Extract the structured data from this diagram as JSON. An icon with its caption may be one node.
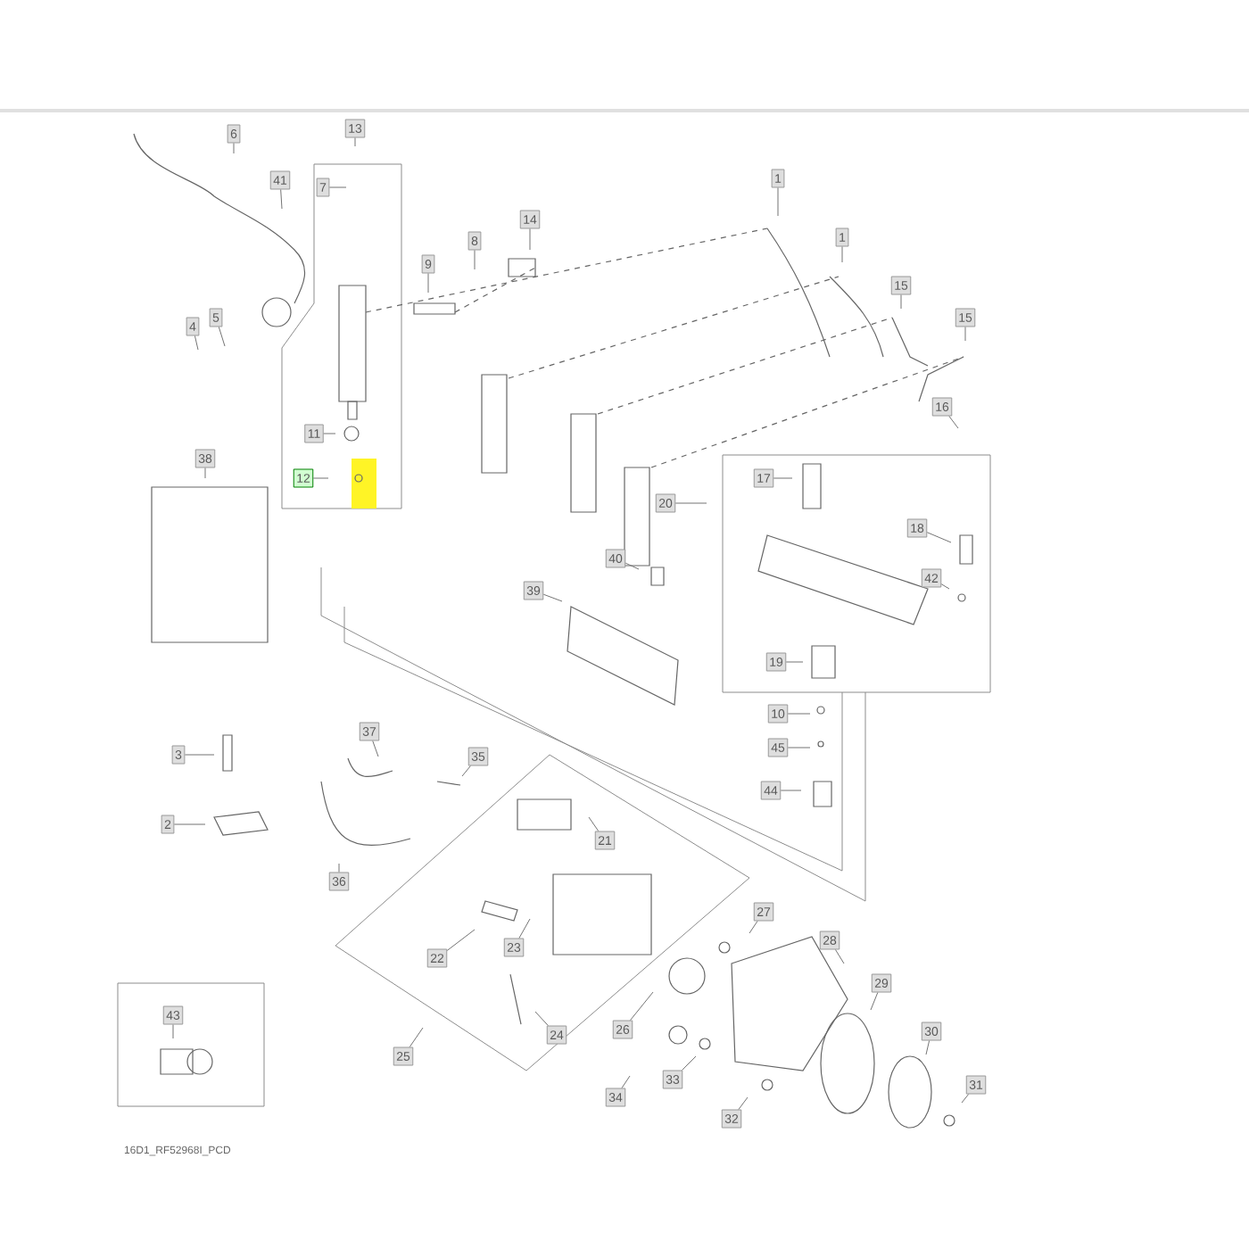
{
  "diagram": {
    "caption": "16D1_RF52968I_PCD",
    "nodes": [
      {
        "text": [
          "6"
        ]
      },
      {
        "text": [
          "13"
        ]
      },
      {
        "text": [
          "41"
        ]
      },
      {
        "text": [
          "7"
        ]
      },
      {
        "text": [
          "1"
        ]
      },
      {
        "text": [
          "14"
        ]
      },
      {
        "text": [
          "1"
        ]
      },
      {
        "text": [
          "8"
        ]
      },
      {
        "text": [
          "9"
        ]
      },
      {
        "text": [
          "15"
        ]
      },
      {
        "text": [
          "5"
        ]
      },
      {
        "text": [
          "4"
        ]
      },
      {
        "text": [
          "15"
        ]
      },
      {
        "text": [
          "16"
        ]
      },
      {
        "text": [
          "11"
        ]
      },
      {
        "text": [
          "38"
        ]
      },
      {
        "text": [
          "12"
        ]
      },
      {
        "text": [
          "17"
        ]
      },
      {
        "text": [
          "20"
        ]
      },
      {
        "text": [
          "18"
        ]
      },
      {
        "text": [
          "40"
        ]
      },
      {
        "text": [
          "42"
        ]
      },
      {
        "text": [
          "39"
        ]
      },
      {
        "text": [
          "19"
        ]
      },
      {
        "text": [
          "10"
        ]
      },
      {
        "text": [
          "37"
        ]
      },
      {
        "text": [
          "45"
        ]
      },
      {
        "text": [
          "3"
        ]
      },
      {
        "text": [
          "35"
        ]
      },
      {
        "text": [
          "44"
        ]
      },
      {
        "text": [
          "2"
        ]
      },
      {
        "text": [
          "21"
        ]
      },
      {
        "text": [
          "36"
        ]
      },
      {
        "text": [
          "27"
        ]
      },
      {
        "text": [
          "28"
        ]
      },
      {
        "text": [
          "23"
        ]
      },
      {
        "text": [
          "22"
        ]
      },
      {
        "text": [
          "29"
        ]
      },
      {
        "text": [
          "43"
        ]
      },
      {
        "text": [
          "24"
        ]
      },
      {
        "text": [
          "26"
        ]
      },
      {
        "text": [
          "30"
        ]
      },
      {
        "text": [
          "25"
        ]
      },
      {
        "text": [
          "33"
        ]
      },
      {
        "text": [
          "31"
        ]
      },
      {
        "text": [
          "34"
        ]
      },
      {
        "text": [
          "32"
        ]
      }
    ],
    "edges": [
      {
        "from": 0,
        "to": null,
        "arrow": "none"
      },
      {
        "from": 1,
        "to": null,
        "arrow": "none"
      },
      {
        "from": 2,
        "to": null,
        "arrow": "none"
      },
      {
        "from": 3,
        "to": null,
        "arrow": "none"
      },
      {
        "from": 4,
        "to": null,
        "arrow": "none"
      },
      {
        "from": 5,
        "to": null,
        "arrow": "none"
      },
      {
        "from": 6,
        "to": null,
        "arrow": "none"
      },
      {
        "from": 7,
        "to": null,
        "arrow": "none"
      },
      {
        "from": 8,
        "to": null,
        "arrow": "none"
      },
      {
        "from": 9,
        "to": null,
        "arrow": "none"
      },
      {
        "from": 10,
        "to": null,
        "arrow": "none"
      },
      {
        "from": 11,
        "to": null,
        "arrow": "none"
      },
      {
        "from": 12,
        "to": null,
        "arrow": "none"
      },
      {
        "from": 13,
        "to": null,
        "arrow": "none"
      },
      {
        "from": 14,
        "to": null,
        "arrow": "none"
      },
      {
        "from": 15,
        "to": null,
        "arrow": "none"
      },
      {
        "from": 16,
        "to": null,
        "arrow": "none"
      },
      {
        "from": 17,
        "to": null,
        "arrow": "none"
      },
      {
        "from": 18,
        "to": null,
        "arrow": "none"
      },
      {
        "from": 19,
        "to": null,
        "arrow": "none"
      },
      {
        "from": 20,
        "to": null,
        "arrow": "none"
      },
      {
        "from": 21,
        "to": null,
        "arrow": "none"
      },
      {
        "from": 22,
        "to": null,
        "arrow": "none"
      },
      {
        "from": 23,
        "to": null,
        "arrow": "none"
      },
      {
        "from": 24,
        "to": null,
        "arrow": "none"
      },
      {
        "from": 25,
        "to": null,
        "arrow": "none"
      },
      {
        "from": 26,
        "to": null,
        "arrow": "none"
      },
      {
        "from": 27,
        "to": null,
        "arrow": "none"
      },
      {
        "from": 28,
        "to": null,
        "arrow": "none"
      },
      {
        "from": 29,
        "to": null,
        "arrow": "none"
      },
      {
        "from": 30,
        "to": null,
        "arrow": "none"
      },
      {
        "from": 31,
        "to": null,
        "arrow": "none"
      },
      {
        "from": 32,
        "to": null,
        "arrow": "none"
      },
      {
        "from": 33,
        "to": null,
        "arrow": "none"
      },
      {
        "from": 34,
        "to": null,
        "arrow": "none"
      },
      {
        "from": 35,
        "to": null,
        "arrow": "none"
      },
      {
        "from": 36,
        "to": null,
        "arrow": "none"
      },
      {
        "from": 37,
        "to": null,
        "arrow": "none"
      },
      {
        "from": 38,
        "to": null,
        "arrow": "none"
      },
      {
        "from": 39,
        "to": null,
        "arrow": "none"
      },
      {
        "from": 40,
        "to": null,
        "arrow": "none"
      },
      {
        "from": 41,
        "to": null,
        "arrow": "none"
      },
      {
        "from": 42,
        "to": null,
        "arrow": "none"
      },
      {
        "from": 43,
        "to": null,
        "arrow": "none"
      },
      {
        "from": 44,
        "to": null,
        "arrow": "none"
      },
      {
        "from": 45,
        "to": null,
        "arrow": "none"
      },
      {
        "from": 46,
        "to": null,
        "arrow": "none"
      }
    ]
  }
}
